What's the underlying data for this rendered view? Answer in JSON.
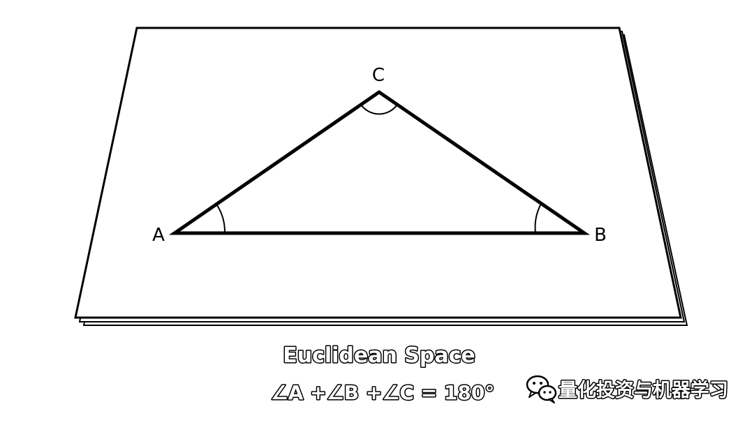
{
  "diagram": {
    "vertices": {
      "a": "A",
      "b": "B",
      "c": "C"
    },
    "title": "Euclidean Space",
    "equation": "∠A +∠B +∠C = 180°"
  },
  "watermark": {
    "icon": "wechat-icon",
    "text": "量化投资与机器学习"
  }
}
